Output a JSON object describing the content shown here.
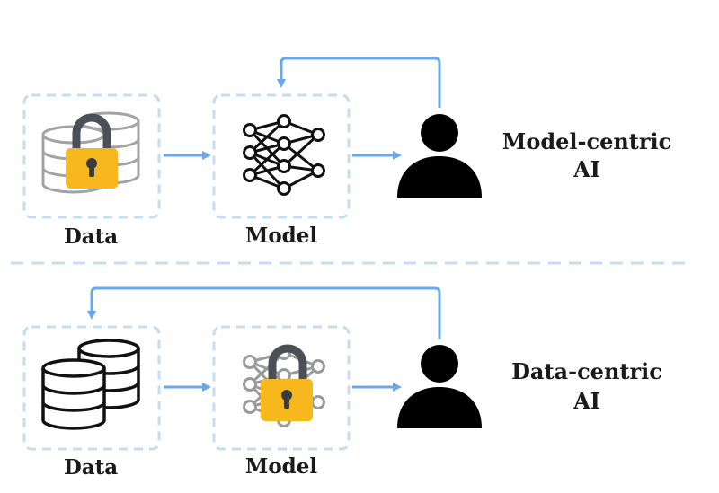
{
  "top_row": {
    "data_label": "Data",
    "model_label": "Model",
    "title_line1": "Model-centric",
    "title_line2": "AI",
    "locked": "data"
  },
  "bottom_row": {
    "data_label": "Data",
    "model_label": "Model",
    "title_line1": "Data-centric",
    "title_line2": "AI",
    "locked": "model"
  },
  "icons": {
    "database": "database-icon",
    "network": "neural-network-icon",
    "lock": "padlock-icon",
    "user": "user-icon"
  },
  "colors": {
    "arrow": "#6aa9e9",
    "dashed_border": "#c5dcf2",
    "lock_body": "#f6b81c",
    "lock_shackle": "#4a5055",
    "dim_icon": "#9a9a9a",
    "ink": "#111111"
  }
}
